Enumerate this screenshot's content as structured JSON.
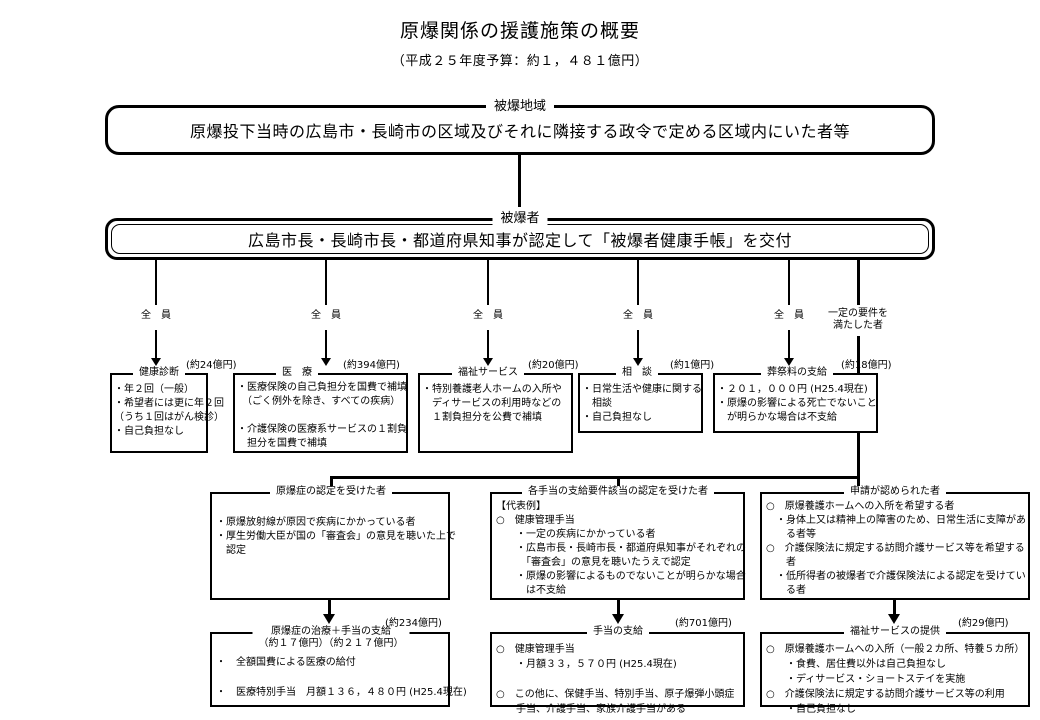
{
  "header": {
    "title": "原爆関係の援護施策の概要",
    "subtitle": "（平成２５年度予算：約１，４８１億円）"
  },
  "top_boxes": [
    {
      "caption": "被爆地域",
      "text": "原爆投下当時の広島市・長崎市の区域及びそれに隣接する政令で定める区域内にいた者等"
    },
    {
      "caption": "被爆者",
      "text": "広島市長・長崎市長・都道府県知事が認定して「被爆者健康手帳」を交付"
    }
  ],
  "branch_labels": [
    "全　員",
    "全　員",
    "全　員",
    "全　員",
    "全　員",
    "一定の要件を\n満たした者"
  ],
  "service_boxes": [
    {
      "label": "健康診断",
      "amount": "(約24億円)",
      "body": "・年２回（一般）\n・希望者には更に年２回\n（うち１回はがん検診）\n・自己負担なし"
    },
    {
      "label": "医　療",
      "amount": "(約394億円)",
      "body": "・医療保険の自己負担分を国費で補填\n　（ごく例外を除き、すべての疾病）\n\n・介護保険の医療系サービスの１割負\n　担分を国費で補填"
    },
    {
      "label": "福祉サービス",
      "amount": "(約20億円)",
      "body": "・特別養護老人ホームの入所や\n　ディサービスの利用時などの\n　１割負担分を公費で補填"
    },
    {
      "label": "相　談",
      "amount": "(約1億円)",
      "body": "・日常生活や健康に関する\n　相談\n・自己負担なし"
    },
    {
      "label": "葬祭料の支給",
      "amount": "(約18億円)",
      "body": "・２０１，０００円 (H25.4現在)\n・原爆の影響による死亡でないこと\n　が明らかな場合は不支給"
    }
  ],
  "criteria_boxes": [
    {
      "label": "原爆症の認定を受けた者",
      "body": "・原爆放射線が原因で疾病にかかっている者\n・厚生労働大臣が国の「審査会」の意見を聴いた上で\n　認定"
    },
    {
      "label": "各手当の支給要件該当の認定を受けた者",
      "body": "【代表例】\n○　健康管理手当\n　　・一定の疾病にかかっている者\n　　・広島市長・長崎市長・都道府県知事がそれぞれの\n　　　「審査会」の意見を聴いたうえで認定\n　　・原爆の影響によるものでないことが明らかな場合\n　　　は不支給"
    },
    {
      "label": "申請が認められた者",
      "body": "○　原爆養護ホームへの入所を希望する者\n　・身体上又は精神上の障害のため、日常生活に支障があ\n　　る者等\n○　介護保険法に規定する訪問介護サービス等を希望する\n　　者\n　・低所得者の被爆者で介護保険法による認定を受けてい\n　　る者"
    }
  ],
  "benefit_boxes": [
    {
      "label": "原爆症の治療＋手当の支給\n（約１７億円）（約２１７億円）",
      "amount": "(約234億円)",
      "body": "・　全額国費による医療の給付\n\n・　医療特別手当　月額１３６，４８０円 (H25.4現在)"
    },
    {
      "label": "手当の支給",
      "amount": "(約701億円)",
      "body": "○　健康管理手当\n　　・月額３３，５７０円 (H25.4現在)\n\n○　この他に、保健手当、特別手当、原子爆弾小頭症\n　　手当、介護手当、家族介護手当がある"
    },
    {
      "label": "福祉サービスの提供",
      "amount": "(約29億円)",
      "body": "○　原爆養護ホームへの入所（一般２カ所、特養５カ所）\n　　・食費、居住費以外は自己負担なし\n　　・ディサービス・ショートステイを実施\n○　介護保険法に規定する訪問介護サービス等の利用\n　　・自己負担なし"
    }
  ],
  "colors": {
    "line": "#000000",
    "background": "#ffffff"
  }
}
